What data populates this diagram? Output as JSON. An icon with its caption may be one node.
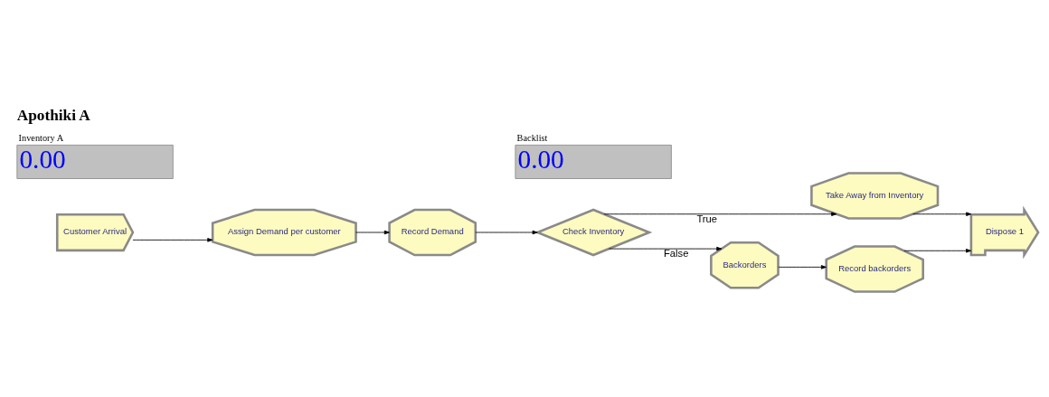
{
  "diagram": {
    "title": "Apothiki A",
    "nodes": [
      {
        "text": [
          "Customer Arrival"
        ]
      },
      {
        "text": [
          "Assign Demand per customer"
        ]
      },
      {
        "text": [
          "Record Demand"
        ]
      },
      {
        "text": [
          "Check Inventory"
        ]
      },
      {
        "text": [
          "Take Away from Inventory"
        ]
      },
      {
        "text": [
          "Backorders"
        ]
      },
      {
        "text": [
          "Record backorders"
        ]
      },
      {
        "text": [
          "Dispose 1"
        ]
      },
      {
        "text": [
          "Inventory A",
          "0.00"
        ]
      },
      {
        "text": [
          "Backlist",
          "0.00"
        ]
      }
    ],
    "edges": [
      {
        "from": 0,
        "to": 1,
        "arrow": "to"
      },
      {
        "from": 1,
        "to": 2,
        "arrow": "to"
      },
      {
        "from": 2,
        "to": 3,
        "arrow": "to"
      },
      {
        "from": 3,
        "to": 4,
        "arrow": "to",
        "label": "True"
      },
      {
        "from": 3,
        "to": 5,
        "arrow": "to",
        "label": "False"
      },
      {
        "from": 5,
        "to": 6,
        "arrow": "to"
      },
      {
        "from": 4,
        "to": 7,
        "arrow": "to"
      },
      {
        "from": 6,
        "to": 7,
        "arrow": "to"
      }
    ]
  }
}
